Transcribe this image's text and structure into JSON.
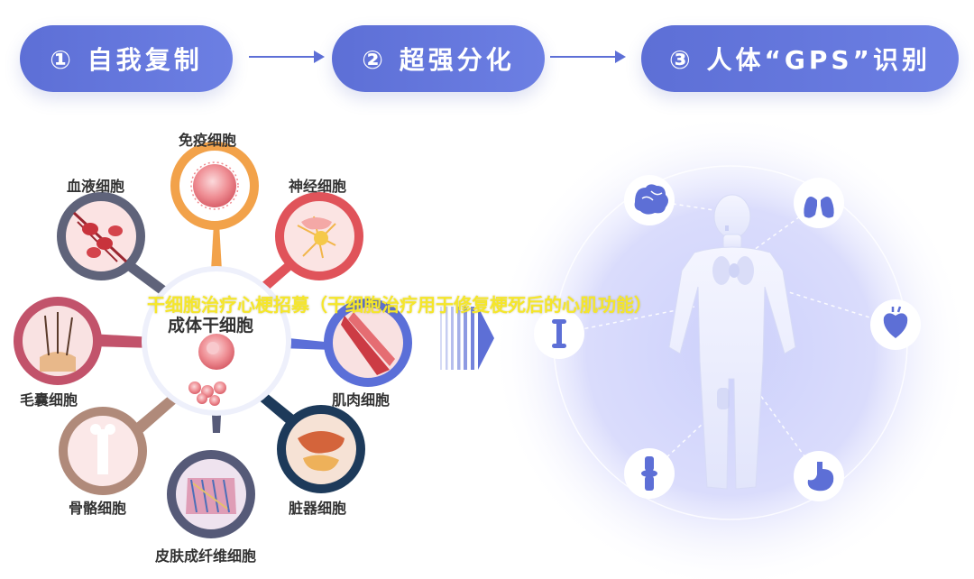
{
  "steps": [
    {
      "label": "① 自我复制"
    },
    {
      "label": "② 超强分化"
    },
    {
      "label": "③ 人体“GPS”识别"
    }
  ],
  "center": {
    "label": "成体干细胞"
  },
  "cells": [
    {
      "label": "免疫细胞",
      "color": "#f2a24a"
    },
    {
      "label": "神经细胞",
      "color": "#e0535a"
    },
    {
      "label": "肌肉细胞",
      "color": "#5b6fd8"
    },
    {
      "label": "脏器细胞",
      "color": "#1d3a5a"
    },
    {
      "label": "皮肤成纤维细胞",
      "color": "#565a78"
    },
    {
      "label": "骨骼细胞",
      "color": "#b08a7a"
    },
    {
      "label": "毛囊细胞",
      "color": "#c2536b"
    },
    {
      "label": "血液细胞",
      "color": "#5f637a"
    }
  ],
  "organs": [
    {
      "icon": "brain-icon"
    },
    {
      "icon": "lungs-icon"
    },
    {
      "icon": "heart-icon"
    },
    {
      "icon": "stomach-icon"
    },
    {
      "icon": "knee-joint-icon"
    },
    {
      "icon": "bone-icon"
    }
  ],
  "overlay": {
    "text": "干细胞治疗心梗招募（干细胞治疗用于修复梗死后的心肌功能）"
  },
  "colors": {
    "accent": "#5d6fd6",
    "overlay": "#f5e62a"
  }
}
